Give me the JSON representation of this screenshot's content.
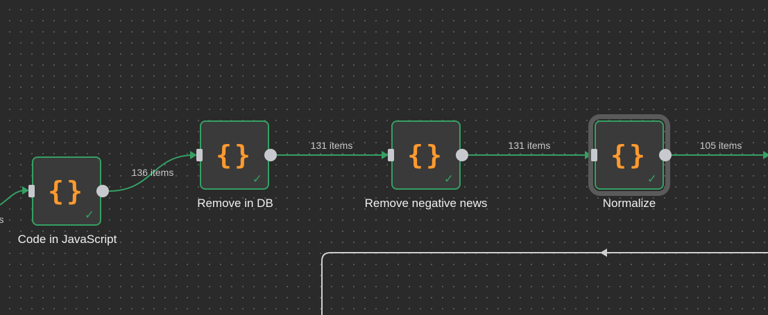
{
  "nodes": [
    {
      "id": "code",
      "label": "Code in JavaScript",
      "icon": "code-braces-icon",
      "status": "success"
    },
    {
      "id": "remove_db",
      "label": "Remove in DB",
      "icon": "code-braces-icon",
      "status": "success"
    },
    {
      "id": "remove_neg",
      "label": "Remove negative news",
      "icon": "code-braces-icon",
      "status": "success"
    },
    {
      "id": "normalize",
      "label": "Normalize",
      "icon": "code-braces-icon",
      "status": "success",
      "selected": true
    }
  ],
  "edges": [
    {
      "label": "136 items"
    },
    {
      "label": "131 items"
    },
    {
      "label": "131 items"
    },
    {
      "label": "105 items"
    }
  ],
  "partial_left_label": "s",
  "icon_glyph": "{}",
  "check_glyph": "✓",
  "colors": {
    "canvas_bg": "#2a2a2a",
    "node_bg": "#3a3a3a",
    "success": "#35a063",
    "icon": "#ff9a2e",
    "port": "#c8c9ce",
    "text": "#f0f0f0",
    "loop_line": "#cfcfcf"
  }
}
